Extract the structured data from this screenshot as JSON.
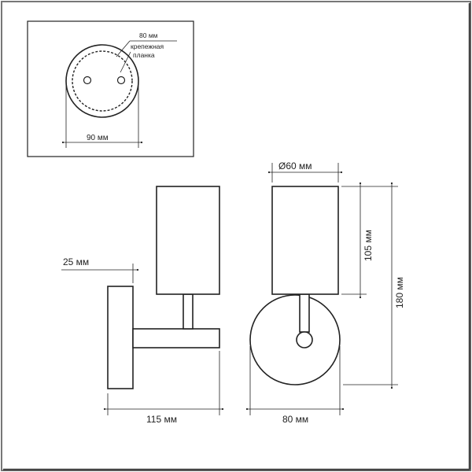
{
  "colors": {
    "ink": "#222222",
    "paper": "#ffffff",
    "frame": "#555555"
  },
  "inset": {
    "label_80": "80 мм",
    "label_plate_line1": "крепежная",
    "label_plate_line2": "планка",
    "label_90": "90 мм"
  },
  "side_view": {
    "label_25": "25 мм",
    "label_115": "115 мм"
  },
  "front_view": {
    "label_diameter": "Ø60 мм",
    "label_105": "105 мм",
    "label_180": "180 мм",
    "label_80": "80 мм"
  }
}
